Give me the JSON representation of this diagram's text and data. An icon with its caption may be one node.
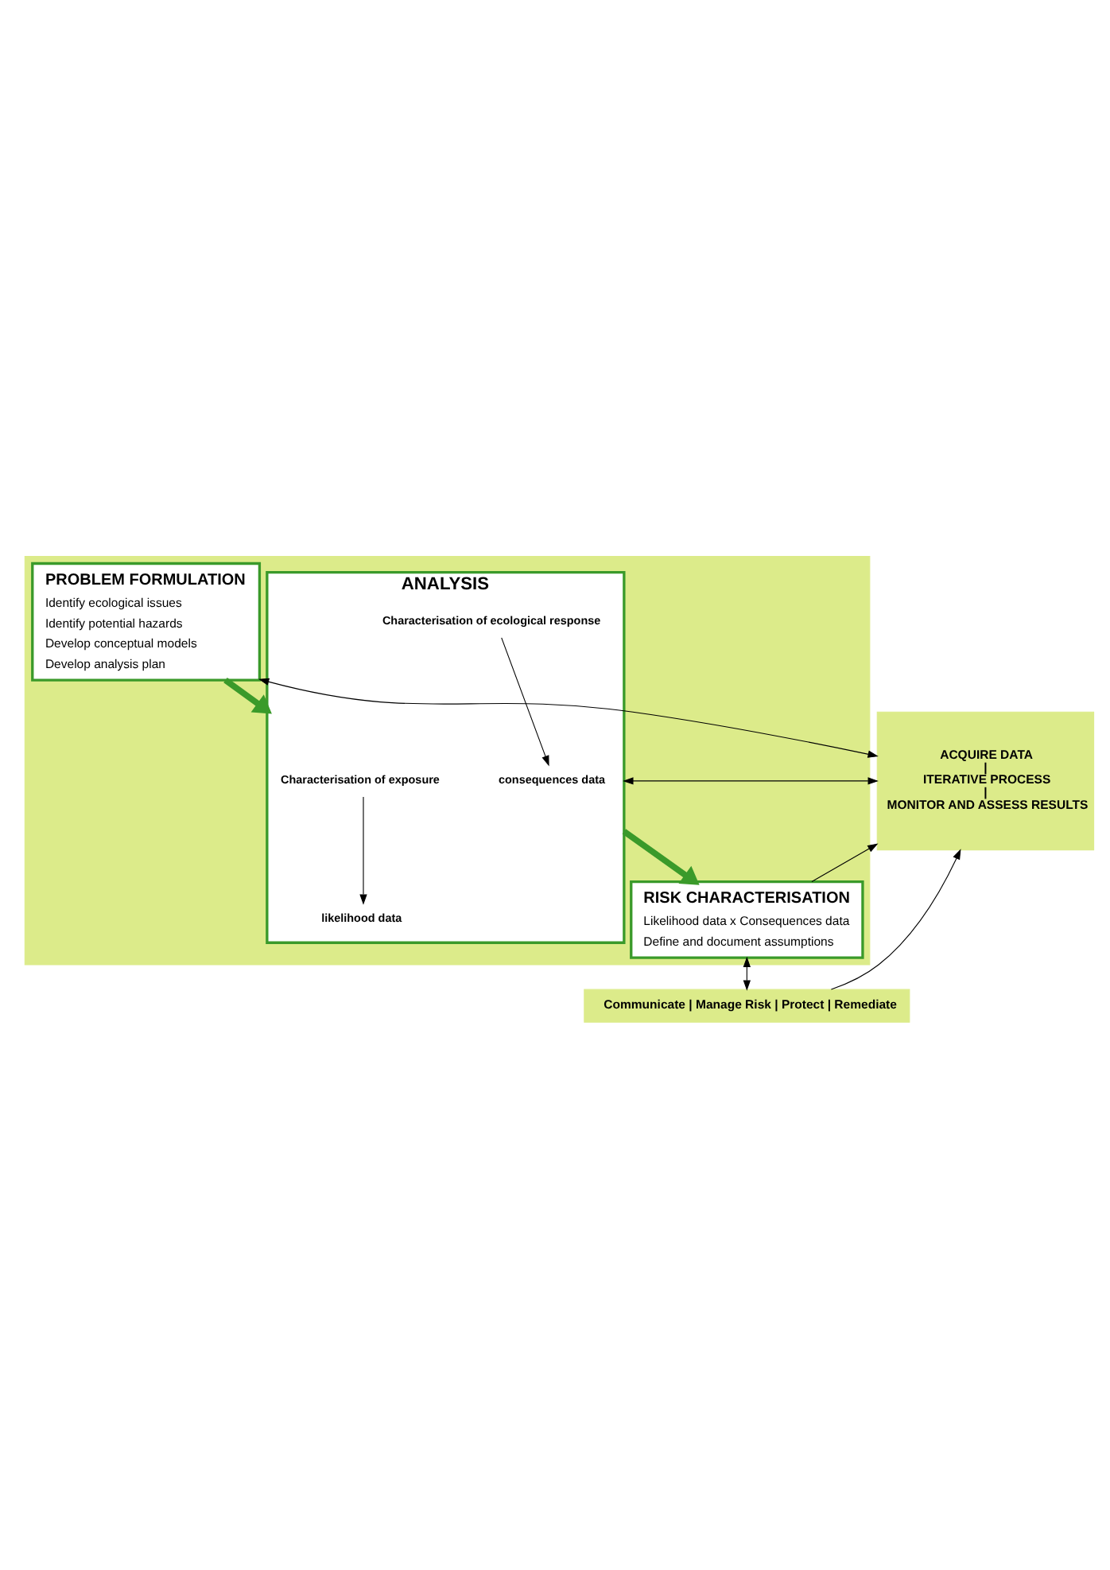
{
  "diagram": {
    "nodes": [
      {
        "text": [],
        "shape": "box"
      },
      {
        "text": [
          "PROBLEM FORMULATION",
          "Identify ecological issues",
          "Identify potential hazards",
          "Develop conceptual models",
          "Develop analysis plan"
        ],
        "in": 0
      },
      {
        "text": [
          "ANALYSIS"
        ],
        "in": 0
      },
      {
        "text": [
          "Characterisation of exposure"
        ],
        "in": 2
      },
      {
        "text": [
          "likelihood data"
        ],
        "in": 2
      },
      {
        "text": [
          "Characterisation of ecological response"
        ],
        "in": 2
      },
      {
        "text": [
          "consequences data"
        ],
        "in": 2
      },
      {
        "text": [
          "RISK CHARACTERISATION",
          "Likelihood data x Consequences data",
          "Define and document assumptions"
        ],
        "in": 0
      },
      {
        "text": [
          "ACQUIRE DATA | ITERATIVE PROCESS | MONITOR AND ASSESS RESULTS"
        ]
      },
      {
        "text": [
          "Communicate | Manage Risk | Protect | Remediate"
        ]
      }
    ],
    "edges": [
      {
        "from": 1,
        "to": 8,
        "arrow": "both"
      },
      {
        "from": 1,
        "to": 2,
        "arrow": "to",
        "style": "thick",
        "color": "#3a9a2a"
      },
      {
        "from": 3,
        "to": 4,
        "arrow": "to"
      },
      {
        "from": 5,
        "to": 6,
        "arrow": "to"
      },
      {
        "from": 2,
        "to": 7,
        "arrow": "to",
        "style": "thick",
        "color": "#3a9a2a"
      },
      {
        "from": 2,
        "to": 8,
        "arrow": "both"
      },
      {
        "from": 7,
        "to": 8,
        "arrow": "to"
      },
      {
        "from": 7,
        "to": 9,
        "arrow": "both"
      },
      {
        "from": 9,
        "to": 8,
        "arrow": "to"
      }
    ]
  }
}
